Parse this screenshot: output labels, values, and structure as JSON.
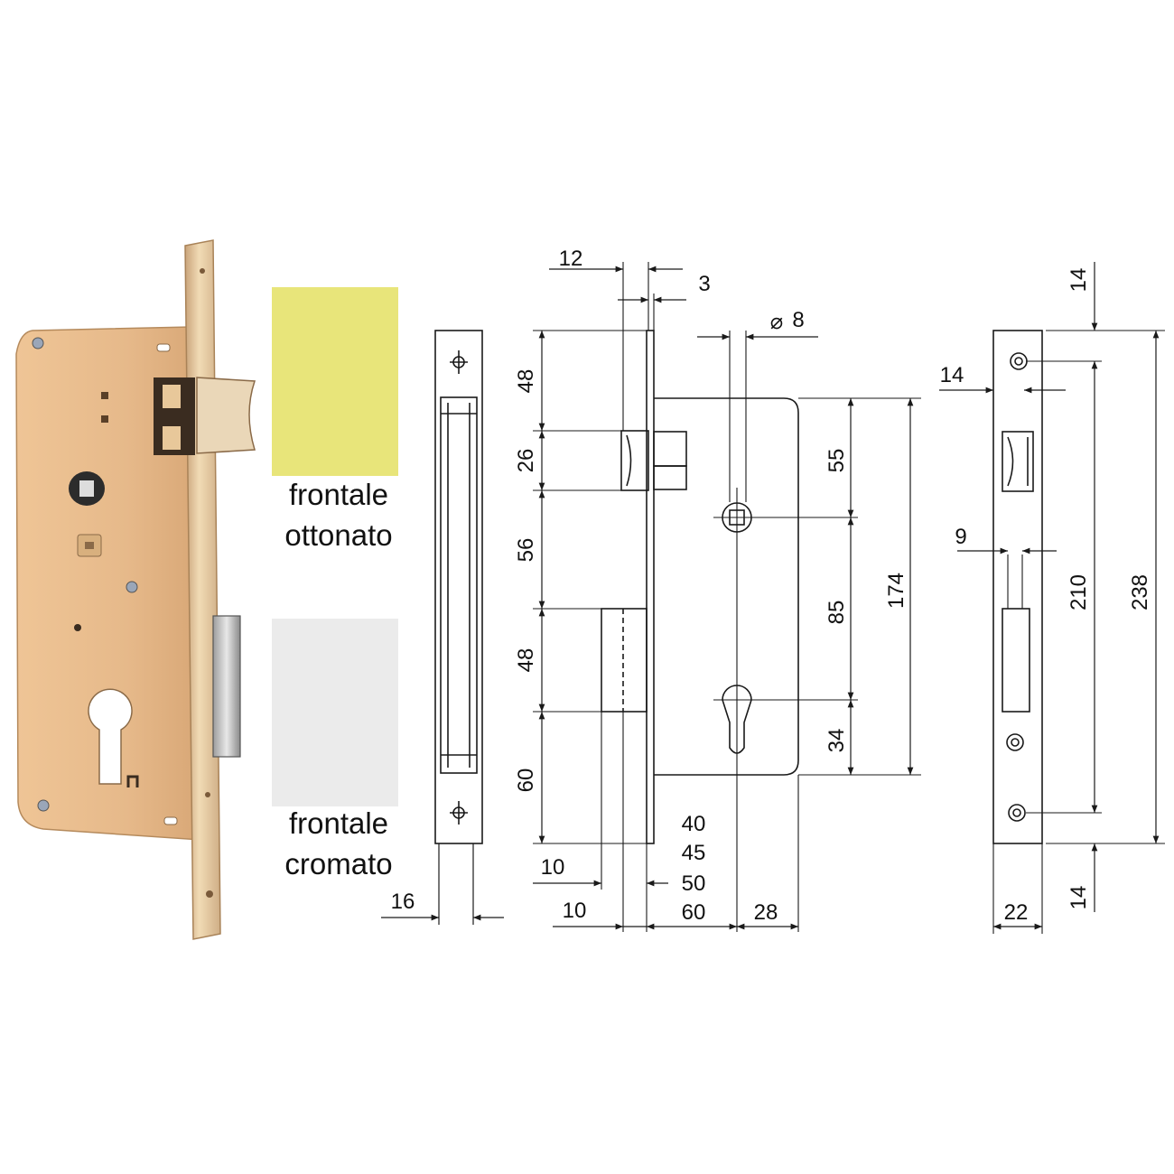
{
  "finishes": {
    "brass": {
      "line1": "frontale",
      "line2": "ottonato",
      "color": "#e8e57a"
    },
    "chrome": {
      "line1": "frontale",
      "line2": "cromato",
      "color": "#ebebeb"
    }
  },
  "colors": {
    "lock_body": "#e6b98a",
    "faceplate": "#ecd0a6",
    "line": "#1a1a1a"
  },
  "dimensions": {
    "front_plate_width": "16",
    "front_thickness": "12",
    "plate_thickness": "3",
    "spindle_diameter": "8",
    "seg_top": "48",
    "seg_latch": "26",
    "seg_mid": "56",
    "seg_bolt": "48",
    "seg_bottom": "60",
    "spindle_from_top": "55",
    "spindle_to_cylinder": "85",
    "cylinder_to_bottom": "34",
    "case_height": "174",
    "backset_a": "10",
    "backset_b": "10",
    "case_depth": "28",
    "backsets": [
      "40",
      "45",
      "50",
      "60"
    ],
    "strike_top": "14",
    "strike_hole_offset": "14",
    "strike_slot_width": "9",
    "strike_width": "22",
    "strike_bottom": "14",
    "strike_inner": "210",
    "strike_total": "238"
  }
}
